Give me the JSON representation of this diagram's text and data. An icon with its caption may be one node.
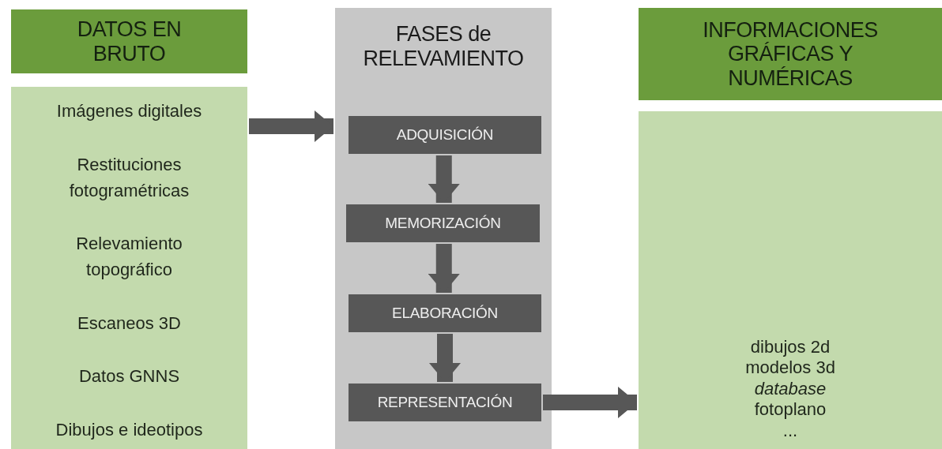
{
  "diagram": {
    "nodes": [
      {
        "text": [
          "DATOS EN BRUTO"
        ]
      },
      {
        "text": [
          "Imágenes digitales",
          "Restituciones fotogramétricas",
          "Relevamiento topográfico",
          "Escaneos 3D",
          "Datos GNNS",
          "Dibujos e ideotipos"
        ]
      },
      {
        "text": [
          "FASES de RELEVAMIENTO"
        ]
      },
      {
        "text": [
          "ADQUISICIÓN"
        ],
        "in": 2
      },
      {
        "text": [
          "MEMORIZACIÓN"
        ],
        "in": 2
      },
      {
        "text": [
          "ELABORACIÓN"
        ],
        "in": 2
      },
      {
        "text": [
          "REPRESENTACIÓN"
        ],
        "in": 2
      },
      {
        "text": [
          "INFORMACIONES GRÁFICAS Y NUMÉRICAS"
        ]
      },
      {
        "text": [
          "dibujos 2d",
          "modelos 3d",
          "*database*",
          "fotoplano",
          "..."
        ]
      }
    ],
    "edges": [
      {
        "from": 1,
        "to": 2,
        "arrow": "to"
      },
      {
        "from": 3,
        "to": 4,
        "arrow": "to"
      },
      {
        "from": 4,
        "to": 5,
        "arrow": "to"
      },
      {
        "from": 5,
        "to": 6,
        "arrow": "to"
      },
      {
        "from": 6,
        "to": 8,
        "arrow": "to"
      }
    ]
  }
}
